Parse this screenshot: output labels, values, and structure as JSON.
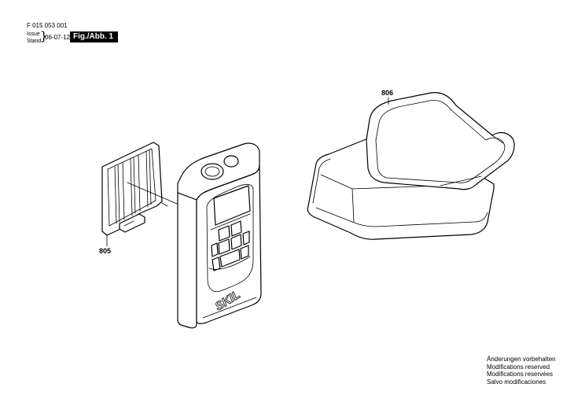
{
  "header": {
    "part_number": "F 015 053 001",
    "issue_label": "Issue",
    "stand_label": "Stand",
    "issue_date": "06-07-12",
    "figure_badge": "Fig./Abb. 1"
  },
  "callouts": {
    "battery_cover": "805",
    "carry_case": "806"
  },
  "device": {
    "brand_logo_text": "SKIL"
  },
  "footer_note": [
    "Änderungen vorbehalten",
    "Modifications reserved",
    "Modifications reservées",
    "Salvo modificaciones"
  ]
}
